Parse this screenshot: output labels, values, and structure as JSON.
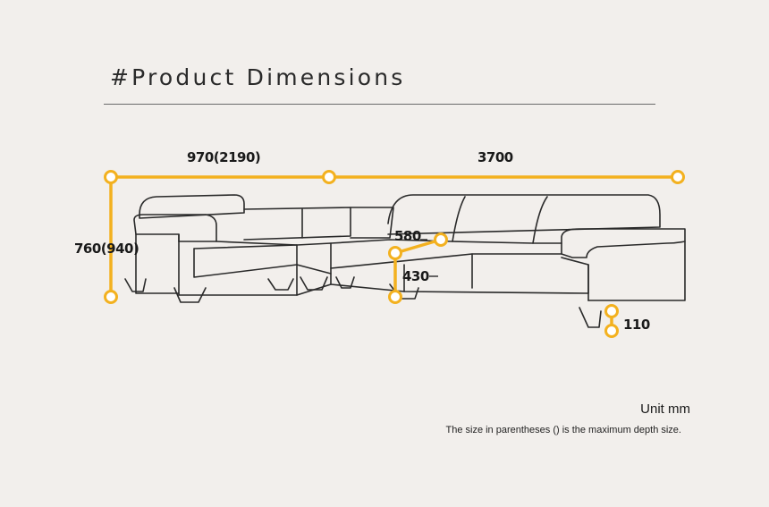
{
  "header": {
    "title": "#Product Dimensions"
  },
  "dimensions": {
    "width_left": "970(2190)",
    "width_right": "3700",
    "height": "760(940)",
    "seat_depth": "580",
    "seat_height": "430",
    "leg_height": "110"
  },
  "footer": {
    "unit": "Unit mm",
    "note": "The size in parentheses () is the maximum depth size."
  },
  "colors": {
    "accent": "#f3b11f",
    "line": "#2a2a2a",
    "background": "#f2efec"
  }
}
